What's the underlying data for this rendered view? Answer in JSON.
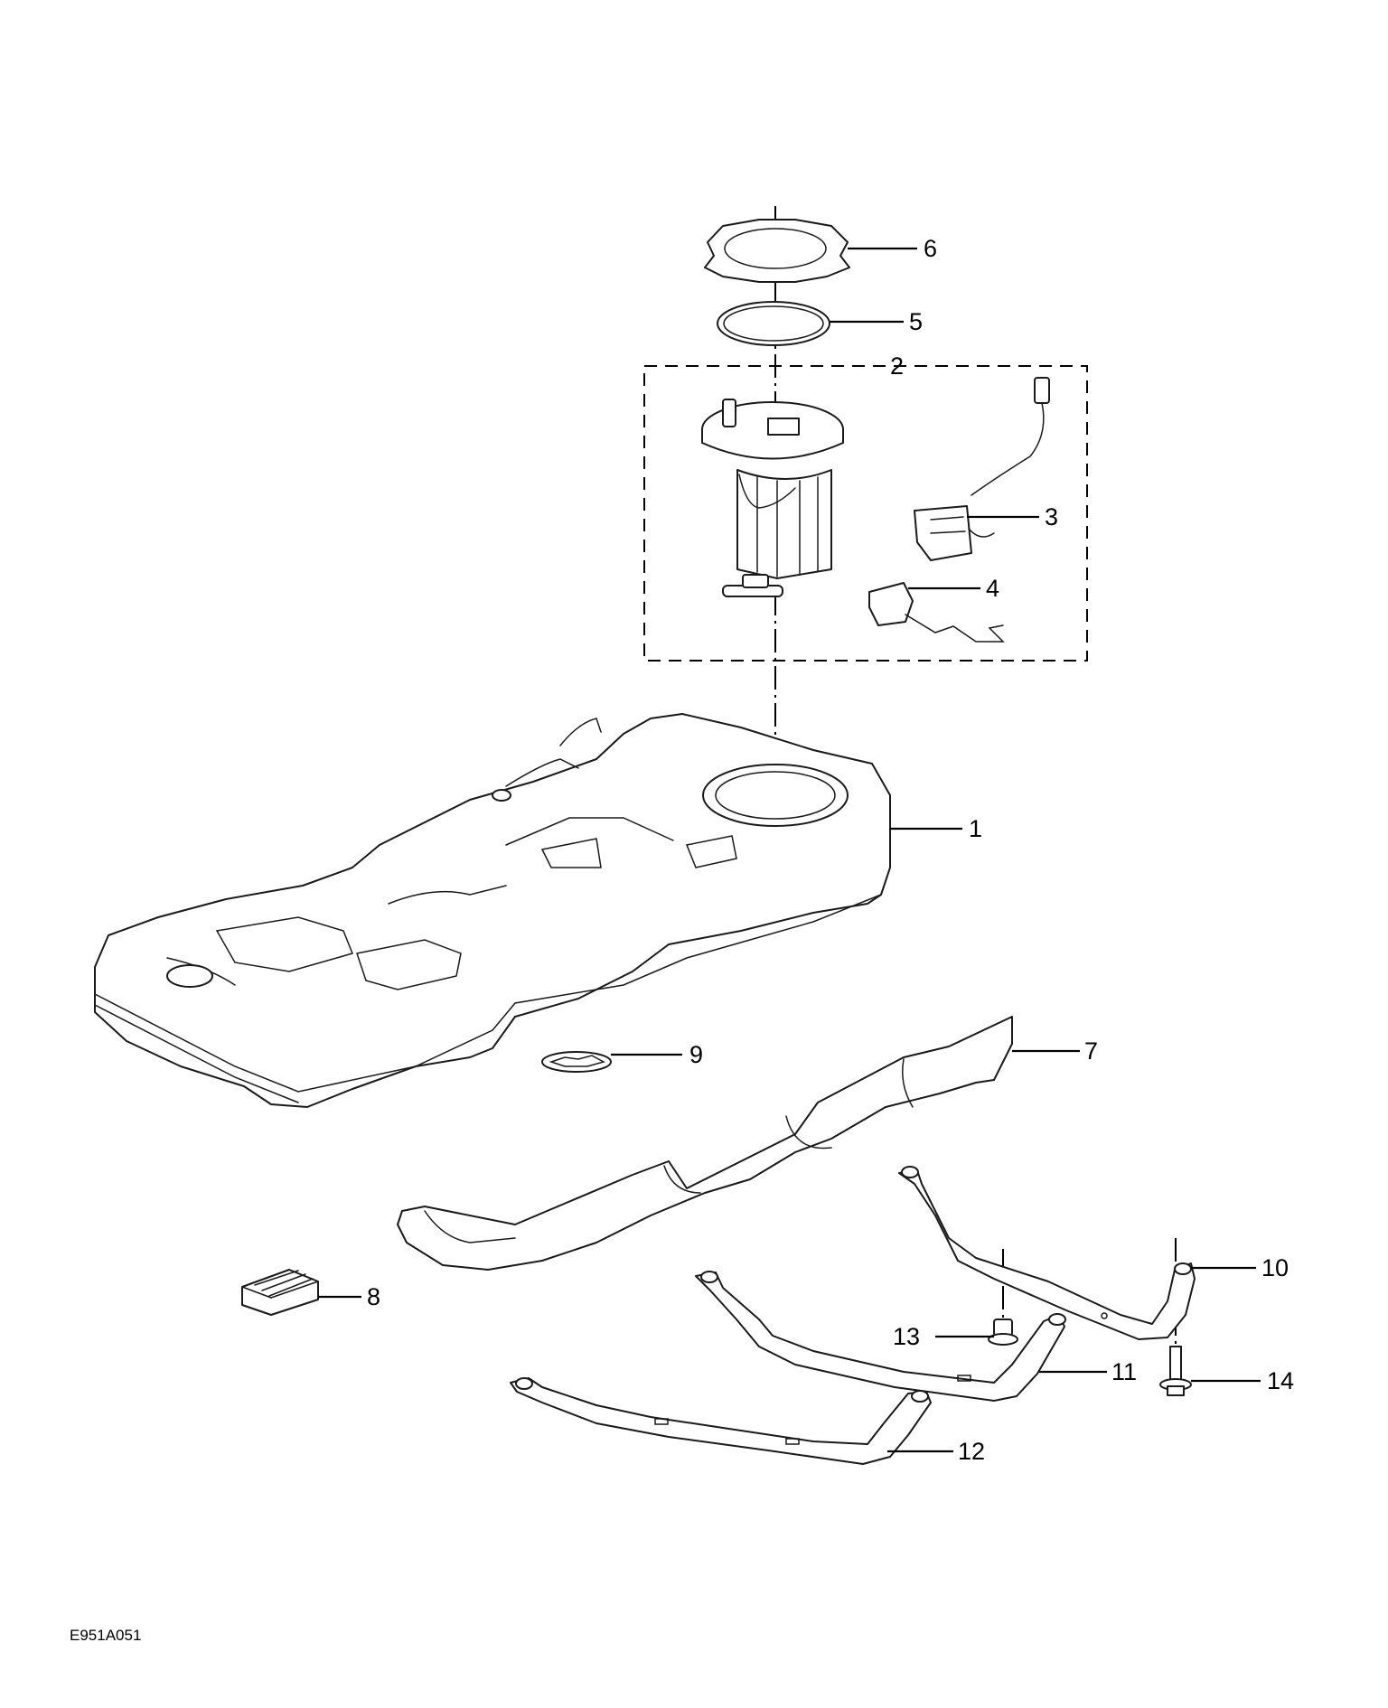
{
  "diagram_code": "E951A051",
  "callouts": {
    "c1": "1",
    "c2": "2",
    "c3": "3",
    "c4": "4",
    "c5": "5",
    "c6": "6",
    "c7": "7",
    "c8": "8",
    "c9": "9",
    "c10": "10",
    "c11": "11",
    "c12": "12",
    "c13": "13",
    "c14": "14"
  }
}
